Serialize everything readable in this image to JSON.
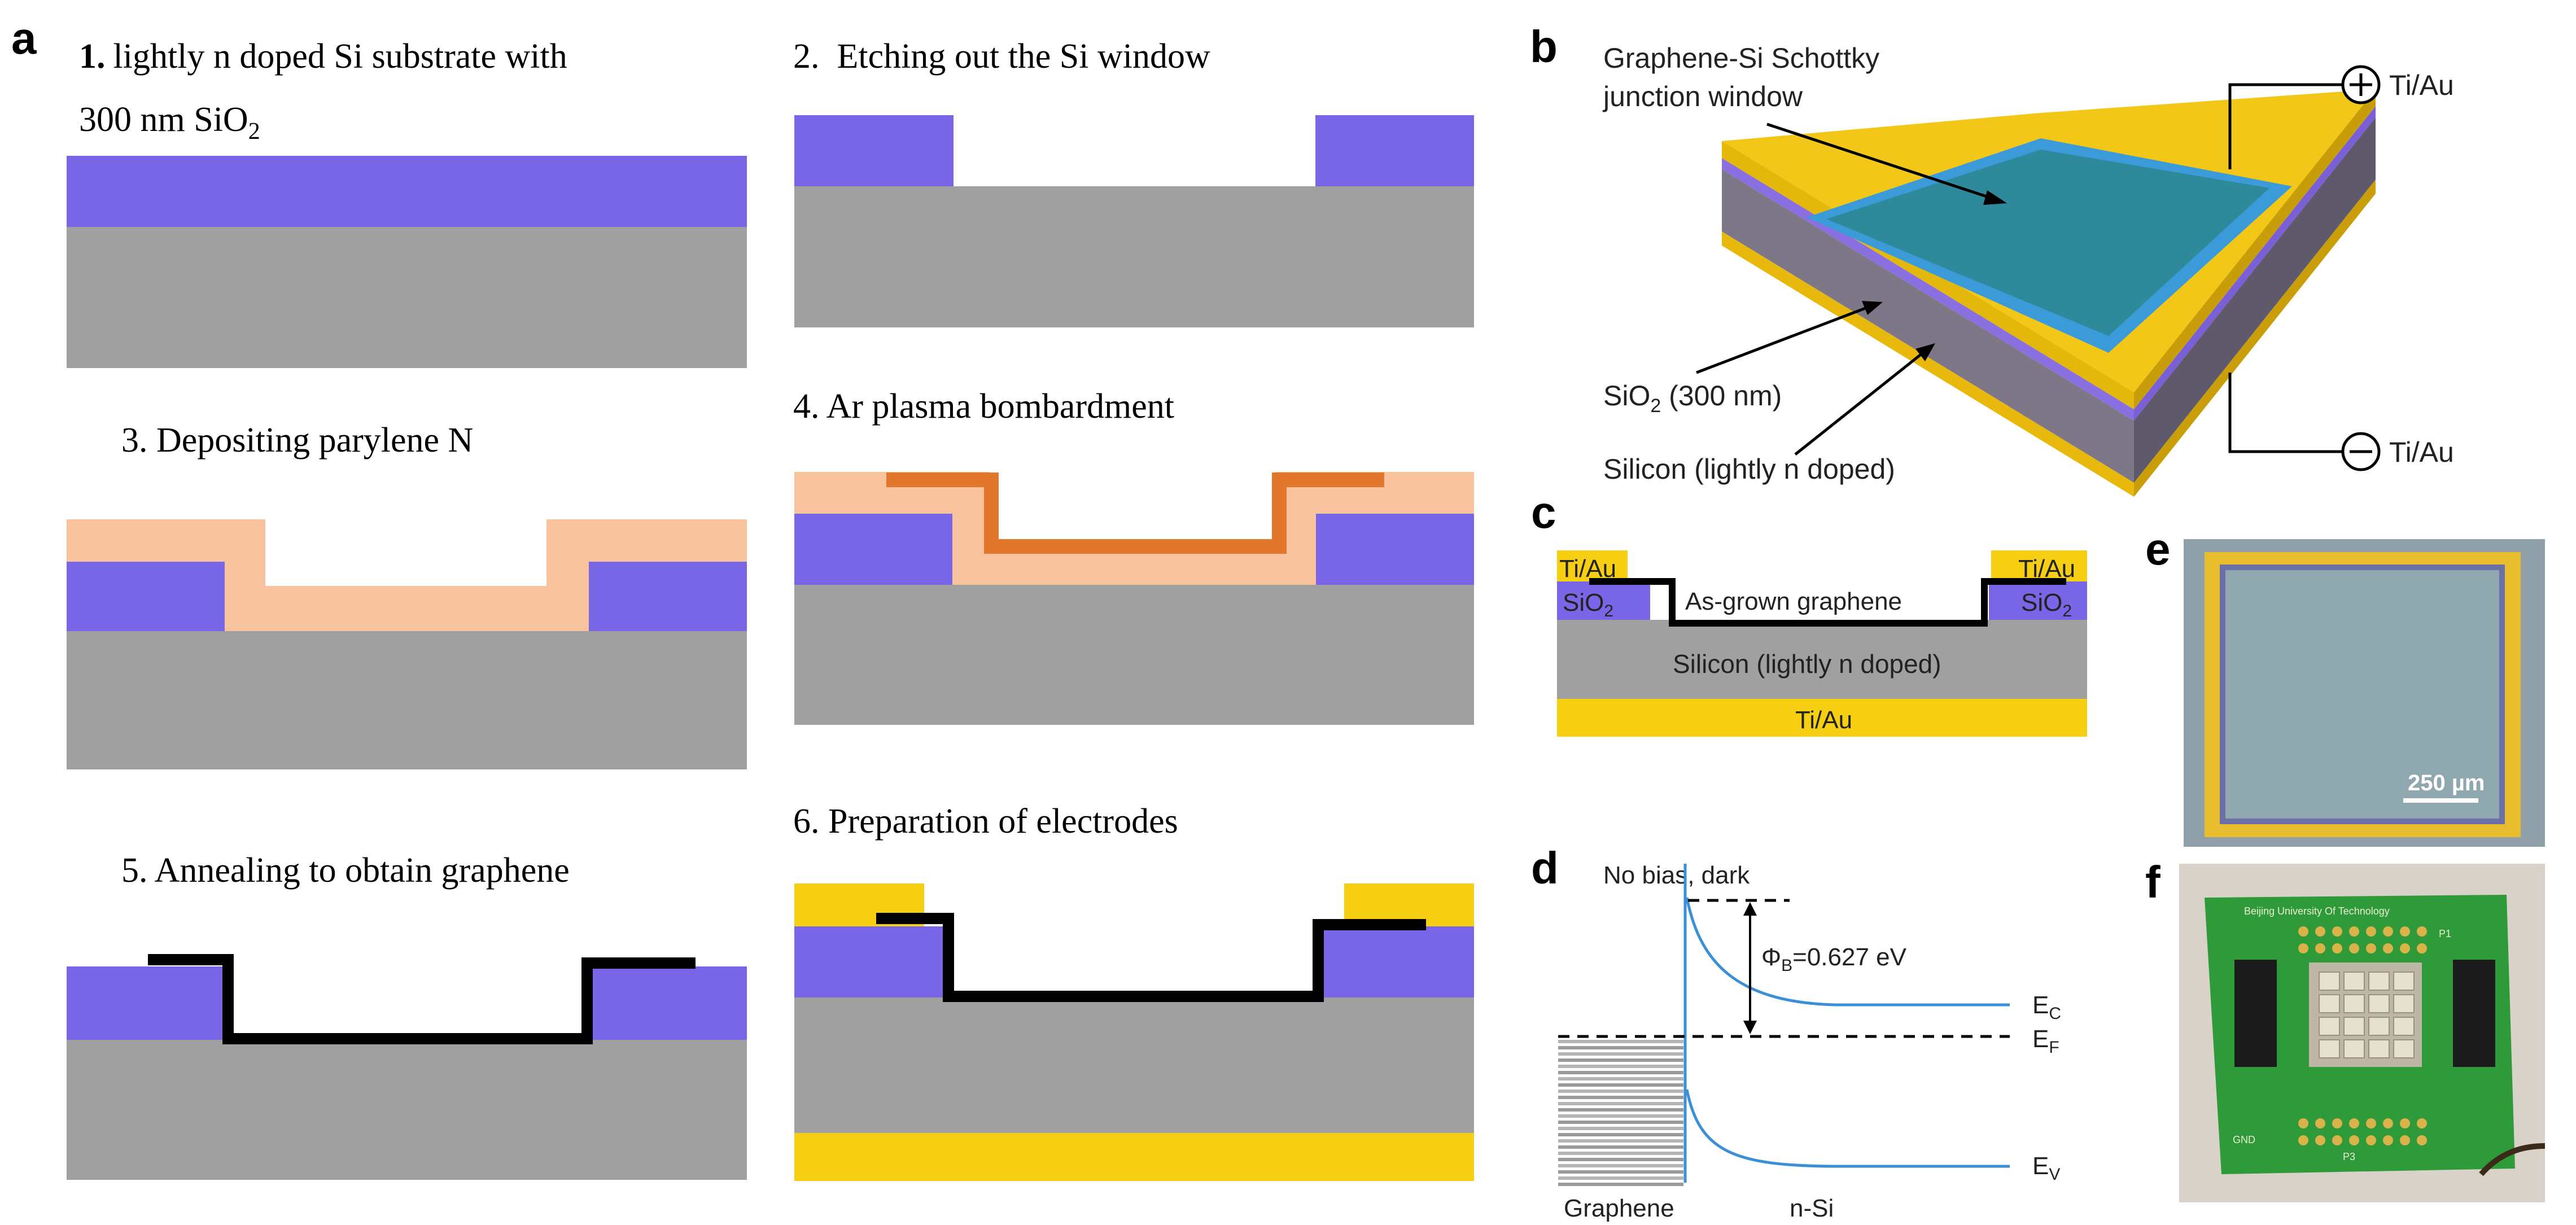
{
  "panels": {
    "a": {
      "letter": "a",
      "steps": {
        "s1_num": "1.",
        "s1_text": "lightly n doped Si substrate with",
        "s1_line2": "300 nm SiO",
        "s1_sub": "2",
        "s2": "2.  Etching out the Si window",
        "s3": "3. Depositing parylene N",
        "s4": "4. Ar plasma bombardment",
        "s5": "5. Annealing to obtain graphene",
        "s6": "6. Preparation of electrodes"
      }
    },
    "b": {
      "letter": "b",
      "junction_label_1": "Graphene-Si Schottky",
      "junction_label_2": "junction window",
      "sio2_label": "SiO",
      "sio2_sub": "2",
      "sio2_rest": " (300 nm)",
      "silicon_label": "Silicon (lightly n doped)",
      "plus_label": "Ti/Au",
      "minus_label": "Ti/Au",
      "plus_sign": "+",
      "minus_sign": "−"
    },
    "c": {
      "letter": "c",
      "tiau_left": "Ti/Au",
      "tiau_right": "Ti/Au",
      "graphene_label": "As-grown graphene",
      "sio2_left": "SiO",
      "sio2_right": "SiO",
      "sub2": "2",
      "silicon_label": "Silicon (lightly n doped)",
      "bottom_label": "Ti/Au"
    },
    "d": {
      "letter": "d",
      "condition": "No bias, dark",
      "phi_symbol": "Φ",
      "phi_sub": "B",
      "phi_value": "=0.627 eV",
      "ec": "E",
      "ec_sub": "C",
      "ef": "E",
      "ef_sub": "F",
      "ev": "E",
      "ev_sub": "V",
      "graphene_label": "Graphene",
      "nsi_label": "n-Si"
    },
    "e": {
      "letter": "e",
      "scale_bar": "250 µm"
    },
    "f": {
      "letter": "f",
      "board_title": "Beijing University Of Technology",
      "gnd": "GND",
      "p3": "P3",
      "p1": "P1"
    }
  },
  "colors": {
    "si": "#a0a0a0",
    "sio2": "#7866e6",
    "parylene": "#f7c29c",
    "plasma": "#e2762a",
    "graphene": "#000000",
    "electrode": "#f6ce12",
    "window_blue": "#3b9bd9",
    "pcb_green": "#2f9a3a"
  }
}
